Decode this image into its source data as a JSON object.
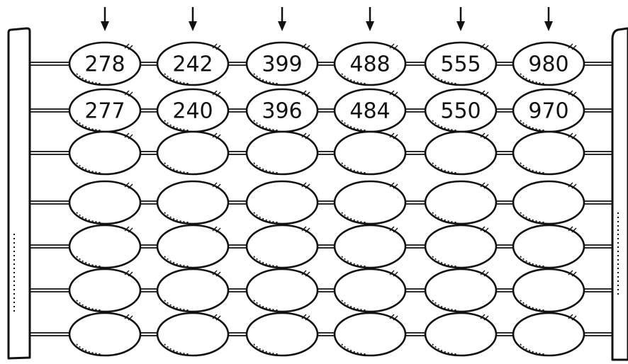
{
  "abacus": {
    "columns": 6,
    "rows": 7,
    "rows_values": [
      [
        "278",
        "242",
        "399",
        "488",
        "555",
        "980"
      ],
      [
        "277",
        "240",
        "396",
        "484",
        "550",
        "970"
      ],
      [
        "",
        "",
        "",
        "",
        "",
        ""
      ],
      [
        "",
        "",
        "",
        "",
        "",
        ""
      ],
      [
        "",
        "",
        "",
        "",
        "",
        ""
      ],
      [
        "",
        "",
        "",
        "",
        "",
        ""
      ],
      [
        "",
        "",
        "",
        "",
        "",
        ""
      ]
    ],
    "arrow_markers": [
      "down-arrow",
      "down-arrow",
      "down-arrow",
      "down-arrow",
      "down-arrow",
      "down-arrow"
    ],
    "colors": {
      "ink": "#111111",
      "background": "#ffffff"
    }
  }
}
